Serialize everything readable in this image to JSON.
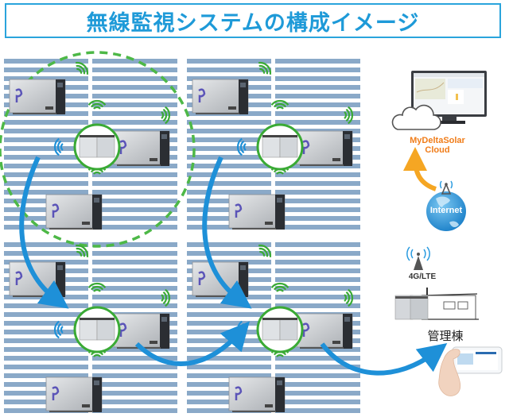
{
  "title": "無線監視システムの構成イメージ",
  "colors": {
    "title_blue": "#1e9ad8",
    "panel_stripe": "#8aa9c8",
    "signal_green": "#3aaa35",
    "zone_dash_green": "#4db847",
    "flow_arrow_blue": "#1e90d8",
    "upload_arrow_orange": "#f5a623",
    "cloud_label_orange": "#f07d1a",
    "globe_blue": "#2a9be0"
  },
  "solar_blocks": [
    {
      "id": "block-top-left",
      "inverters": 3,
      "gateway": true,
      "has_zone_outline": true
    },
    {
      "id": "block-top-right",
      "inverters": 3,
      "gateway": true,
      "has_zone_outline": false
    },
    {
      "id": "block-bottom-left",
      "inverters": 3,
      "gateway": true,
      "has_zone_outline": false
    },
    {
      "id": "block-bottom-right",
      "inverters": 3,
      "gateway": true,
      "has_zone_outline": false
    }
  ],
  "cloud": {
    "label_line1": "MyDeltaSolar",
    "label_line2": "Cloud"
  },
  "internet": {
    "label": "Internet"
  },
  "cellular": {
    "label": "4G/LTE"
  },
  "building": {
    "label": "管理棟"
  },
  "icons": [
    "monitor-icon",
    "cloud-icon",
    "globe-icon",
    "antenna-tower-icon",
    "building-icon",
    "smartphone-hand-icon",
    "inverter-icon",
    "gateway-icon",
    "wifi-signal-icon"
  ]
}
